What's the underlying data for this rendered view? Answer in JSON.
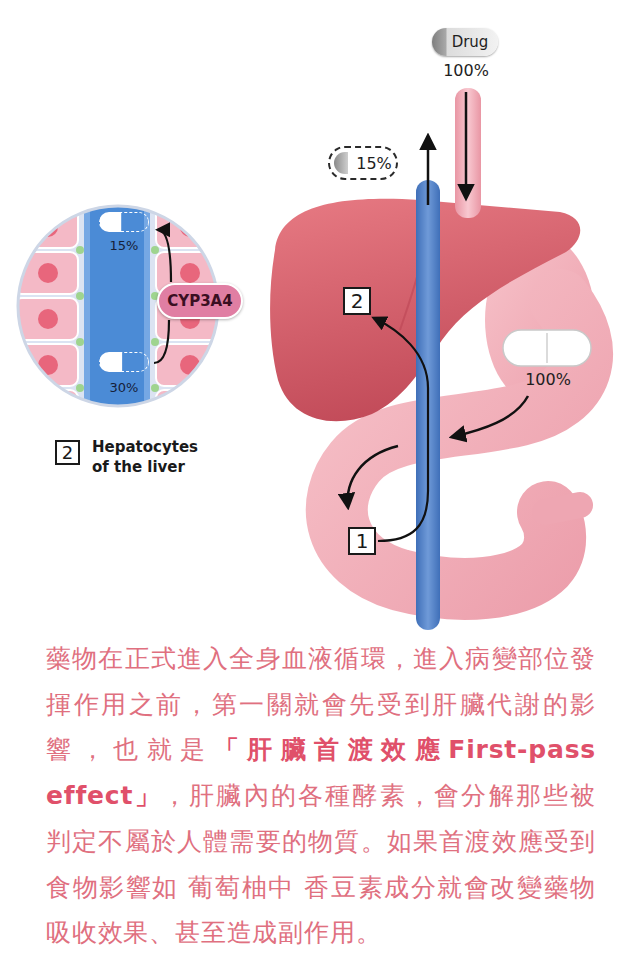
{
  "diagram": {
    "nodes": [
      {
        "text": [
          "Drug"
        ]
      },
      {
        "text": [
          "15%"
        ]
      },
      {
        "text": [
          "15%"
        ]
      },
      {
        "text": [
          "CYP3A4"
        ]
      },
      {
        "text": [
          "2"
        ]
      },
      {
        "text": [
          "30%"
        ]
      },
      {
        "text": [
          "2"
        ]
      },
      {
        "text": [
          "1"
        ]
      }
    ],
    "edges": [
      {
        "from": 7,
        "to": 4,
        "arrow": "to"
      },
      {
        "from": 3,
        "to": 2,
        "arrow": "to"
      },
      {
        "from": 5,
        "to": 3,
        "arrow": "none"
      }
    ],
    "labels": [
      "100%",
      "100%",
      "Hepatocytes of the liver",
      "藥物在正式進入全身血液循環，進入病變部位發揮作用之前，第一關就會先受到肝臟代謝的影響，也就是",
      "「肝臟首渡效應First-pass effect」",
      "，肝臟內的各種酵素，會分解那些被判定不屬於人體需要的物質。如果首渡效應受到食物影響如 葡萄柚中 香豆素成分就會改變藥物吸收效果、甚至造成副作用。"
    ]
  }
}
